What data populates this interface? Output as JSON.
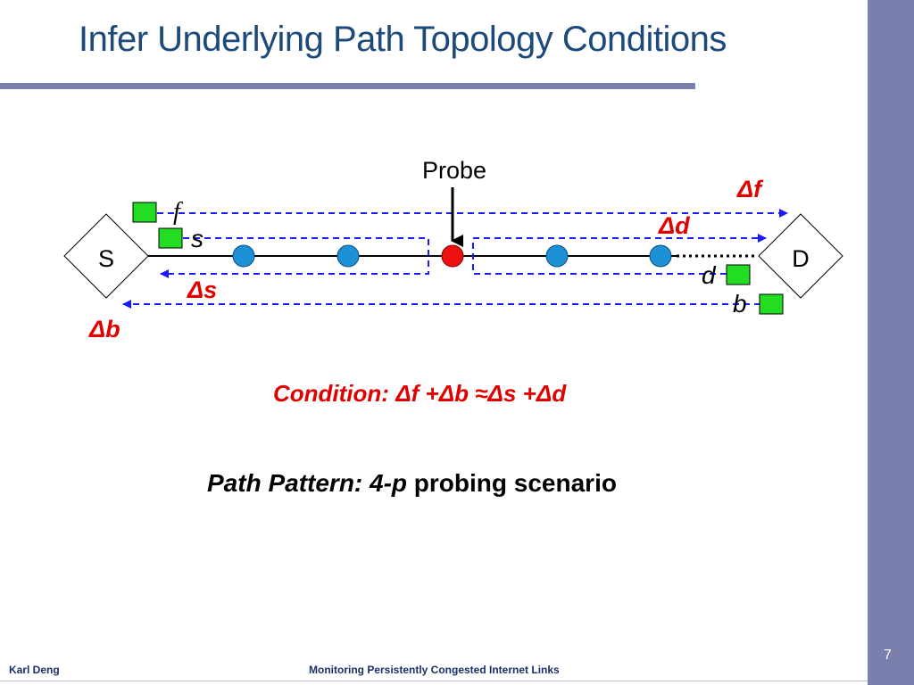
{
  "slide": {
    "title": "Infer Underlying Path Topology Conditions",
    "page_number": "7",
    "footer_author": "Karl Deng",
    "footer_title": "Monitoring Persistently Congested Internet Links"
  },
  "diagram": {
    "source_node": "S",
    "destination_node": "D",
    "probe_label": "Probe",
    "packet_labels": {
      "f": "f",
      "s": "s",
      "d": "d",
      "b": "b"
    },
    "delta_labels": {
      "delta_f": "Δf",
      "delta_d": "Δd",
      "delta_s": "Δs",
      "delta_b": "Δb"
    }
  },
  "condition": {
    "prefix": "Condition: ",
    "expression": "Δf +Δb ≈Δs +Δd"
  },
  "pattern": {
    "prefix": "Path Pattern: ",
    "highlight": "4-p",
    "suffix": " probing scenario"
  },
  "colors": {
    "title": "#1d4a7a",
    "accent_bar": "#7b7fae",
    "arrow": "#1a1aff",
    "router": "#1e90d6",
    "probe_node": "#ee1111",
    "packet": "#22dd22",
    "delta": "#e00000"
  }
}
